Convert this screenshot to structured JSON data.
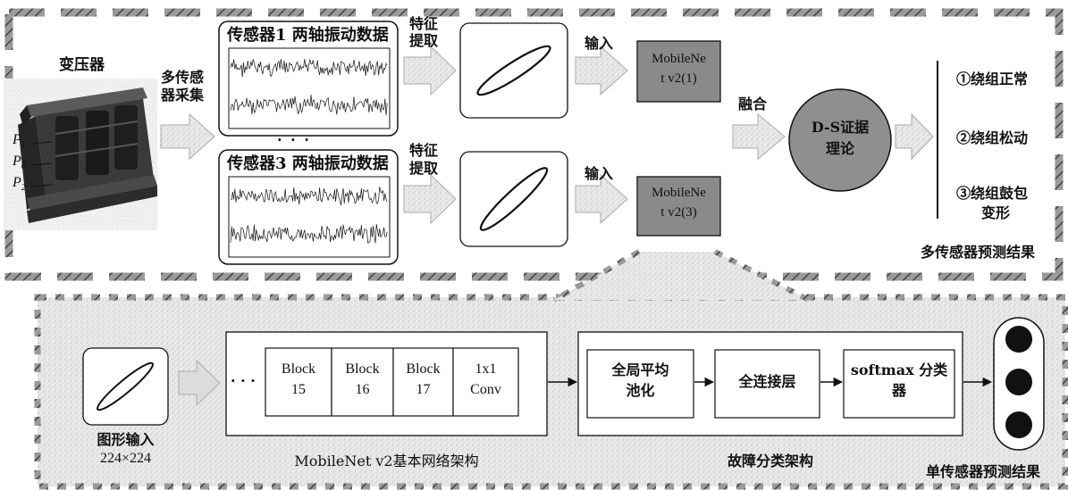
{
  "top": {
    "transformer_label": "变压器",
    "collect_label": [
      "多传感",
      "器采集"
    ],
    "sensor_points": [
      {
        "base": "P",
        "sub": "1"
      },
      {
        "base": "P",
        "sub": "0"
      },
      {
        "base": "P",
        "sub": "2"
      }
    ],
    "signal_panels": [
      {
        "title": "传感器1 两轴振动数据"
      },
      {
        "title": "传感器3 两轴振动数据"
      }
    ],
    "ellipsis": "·  ·  ·",
    "feature_label": [
      "特征",
      "提取"
    ],
    "input_label": "输入",
    "models": [
      {
        "line1": "MobileNe",
        "line2": "t v2(1)"
      },
      {
        "line1": "MobileNe",
        "line2": "t v2(3)"
      }
    ],
    "fusion_label": "融合",
    "ds_label": [
      "D-S证据",
      "理论"
    ],
    "results": [
      "①绕组正常",
      "②绕组松动",
      "③绕组鼓包",
      "变形"
    ],
    "multi_result_caption": "多传感器预测结果"
  },
  "bottom": {
    "graph_input_label": "图形输入",
    "graph_input_size": "224×224",
    "dots": "· · ·",
    "blocks": [
      {
        "line1": "Block",
        "line2": "15"
      },
      {
        "line1": "Block",
        "line2": "16"
      },
      {
        "line1": "Block",
        "line2": "17"
      },
      {
        "line1": "1x1",
        "line2": "Conv"
      }
    ],
    "backbone_caption": "MobileNet v2基本网络架构",
    "classifier_stages": [
      {
        "line1": "全局平均",
        "line2": "池化"
      },
      {
        "line1": "全连接层",
        "line2": ""
      },
      {
        "line1": "softmax 分类",
        "line2": "器"
      }
    ],
    "classifier_caption": "故障分类架构",
    "single_result_caption": "单传感器预测结果"
  },
  "colors": {
    "box_gray": "#8a8a8a",
    "ds_circle": "#8f8f8f",
    "dashed_border": "#555555",
    "panel_texture": "#e6e6e6",
    "arrow_fill": "#dcdcdc",
    "output_node": "#111111"
  }
}
